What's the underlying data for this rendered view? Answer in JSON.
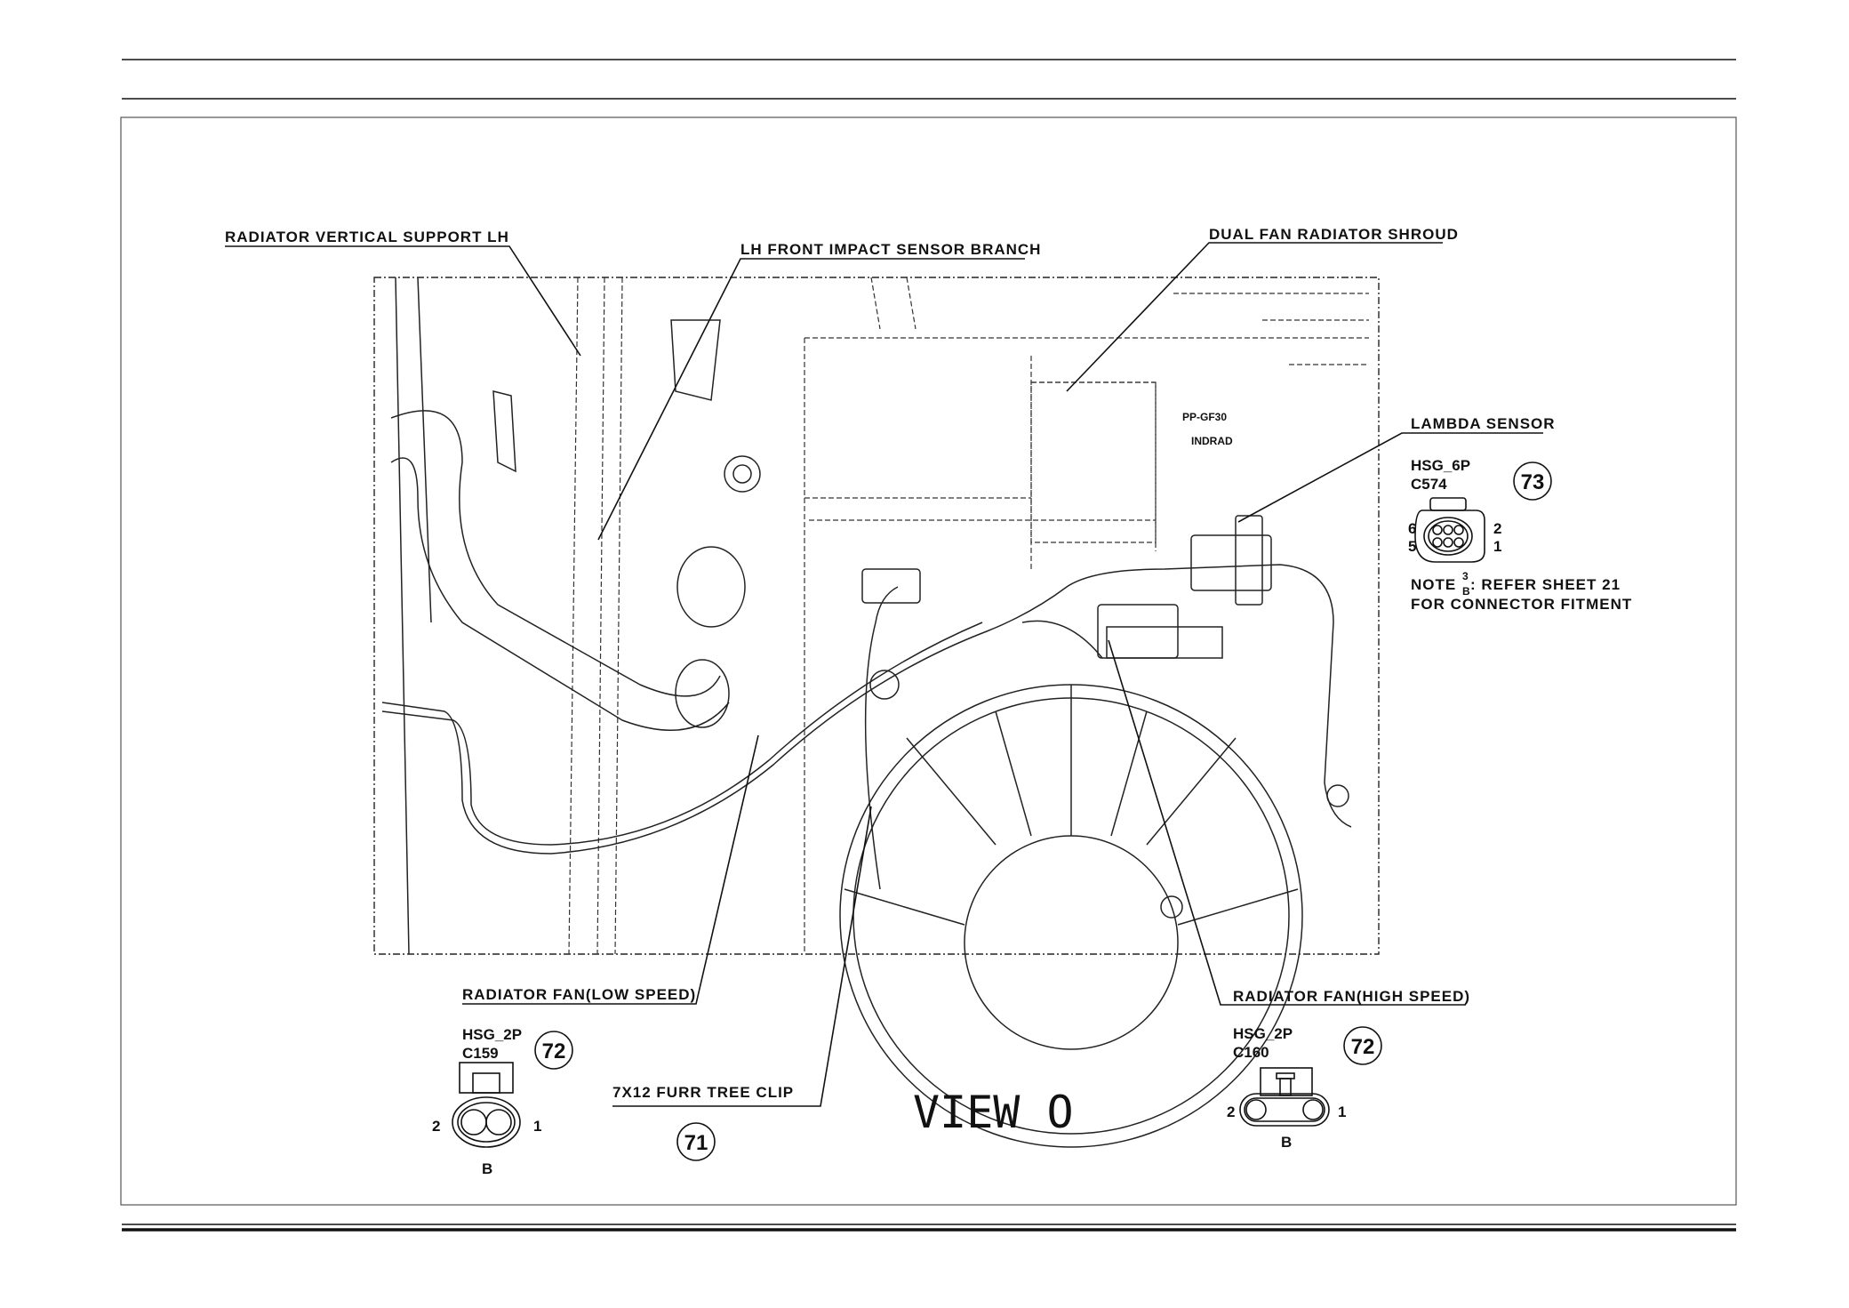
{
  "labels": {
    "radiator_support": "RADIATOR VERTICAL SUPPORT LH",
    "impact_sensor": "LH FRONT IMPACT SENSOR BRANCH",
    "shroud": "DUAL FAN RADIATOR SHROUD",
    "lambda": "LAMBDA SENSOR",
    "fan_low": "RADIATOR FAN(LOW SPEED)",
    "fan_high": "RADIATOR FAN(HIGH SPEED)",
    "clip": "7X12  FURR TREE CLIP",
    "view": "VIEW O",
    "part_marking_1": "PP-GF30",
    "part_marking_2": "INDRAD"
  },
  "connectors": {
    "lambda": {
      "housing": "HSG_6P",
      "id": "C574",
      "ref": "73",
      "pins": [
        "6",
        "5",
        "2",
        "1"
      ],
      "note_prefix": "NOTE",
      "note_sup": "3",
      "note_sub": "B",
      "note_rest": ": REFER SHEET 21",
      "note_line2": "FOR CONNECTOR FITMENT"
    },
    "fan_low": {
      "housing": "HSG_2P",
      "id": "C159",
      "ref": "72",
      "pin_left": "2",
      "pin_right": "1",
      "color": "B"
    },
    "fan_high": {
      "housing": "HSG_2P",
      "id": "C160",
      "ref": "72",
      "pin_left": "2",
      "pin_right": "1",
      "color": "B"
    },
    "clip": {
      "ref": "71"
    }
  }
}
